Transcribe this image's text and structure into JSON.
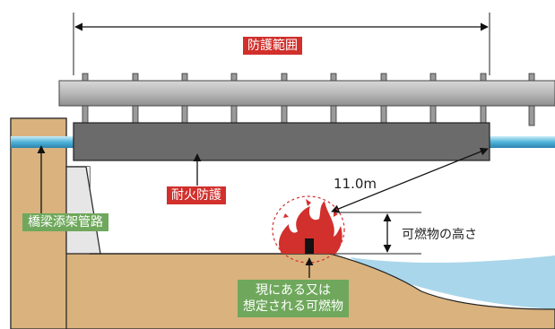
{
  "labels": {
    "protection_range": "防護範囲",
    "fire_protection": "耐火防護",
    "bridge_pipe": "橋梁添架管路",
    "combustible_line1": "現にある又は",
    "combustible_line2": "想定される可燃物",
    "distance": "11.0m",
    "combustible_height": "可燃物の高さ"
  },
  "colors": {
    "red": "#d1302c",
    "green": "#6fa85c",
    "ground": "#d9b27e",
    "water": "#a9d6ea",
    "pipe": "#4fb3d9",
    "block": "#6b6b6b",
    "girder": "#b9b9b9"
  }
}
